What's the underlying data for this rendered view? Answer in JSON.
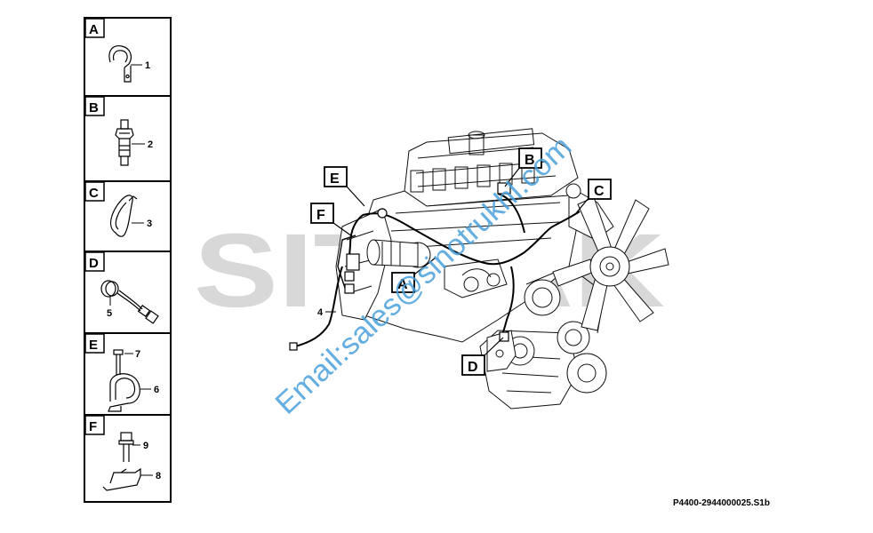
{
  "brand_watermark": "SITRAK",
  "email_watermark": "Email:sales@sinotrukhl.com",
  "drawing_reference": "P4400-2944000025.S1b",
  "legend": [
    {
      "letter": "A",
      "part_numbers": [
        "1"
      ],
      "icon": "pipe-clip-icon"
    },
    {
      "letter": "B",
      "part_numbers": [
        "2"
      ],
      "icon": "temperature-sensor-icon"
    },
    {
      "letter": "C",
      "part_numbers": [
        "3"
      ],
      "icon": "cable-tie-icon"
    },
    {
      "letter": "D",
      "part_numbers": [
        "5"
      ],
      "icon": "speed-sensor-icon"
    },
    {
      "letter": "E",
      "part_numbers": [
        "7",
        "6"
      ],
      "icon": "bolt-and-p-clamp-icon"
    },
    {
      "letter": "F",
      "part_numbers": [
        "9",
        "8"
      ],
      "icon": "bolt-and-bracket-icon"
    }
  ],
  "harness_label": "4",
  "callouts": [
    "A",
    "B",
    "C",
    "D",
    "E",
    "F"
  ],
  "colors": {
    "watermark_blue": "#4aa0dc",
    "brand_gray": "#d8d8d8",
    "ink": "#000000"
  }
}
